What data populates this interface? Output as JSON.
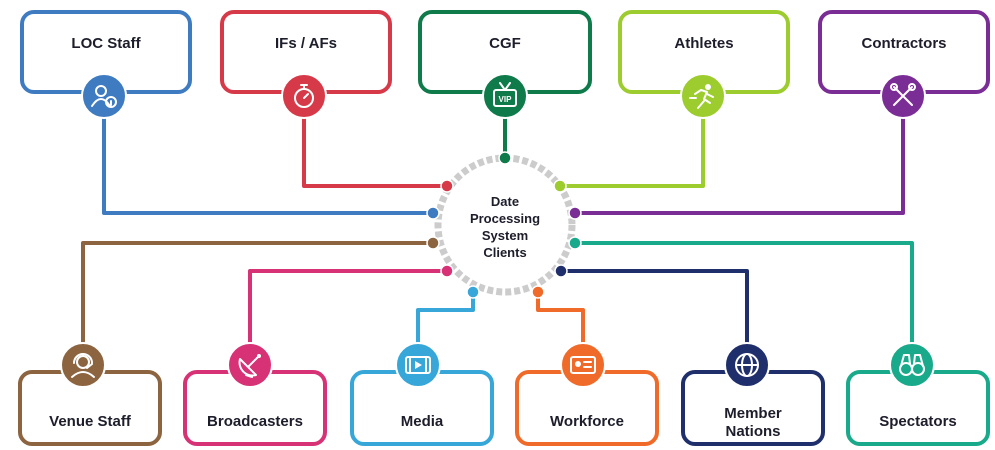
{
  "center": {
    "lines": [
      "Date",
      "Processing",
      "System",
      "Clients"
    ]
  },
  "clients_top": [
    {
      "label": "LOC Staff",
      "color": "#3f7bc1",
      "icon": "staff-info-icon"
    },
    {
      "label": "IFs / AFs",
      "color": "#d63a48",
      "icon": "stopwatch-icon"
    },
    {
      "label": "CGF",
      "color": "#0f7a4a",
      "icon": "vip-tv-icon"
    },
    {
      "label": "Athletes",
      "color": "#9ccc2e",
      "icon": "runner-icon"
    },
    {
      "label": "Contractors",
      "color": "#7b2d96",
      "icon": "tools-icon"
    }
  ],
  "clients_bottom": [
    {
      "label": "Venue Staff",
      "color": "#8c6440",
      "icon": "headset-person-icon"
    },
    {
      "label": "Broadcasters",
      "color": "#d63275",
      "icon": "satellite-dish-icon"
    },
    {
      "label": "Media",
      "color": "#37a6d8",
      "icon": "video-film-icon"
    },
    {
      "label": "Workforce",
      "color": "#f06b2a",
      "icon": "id-card-icon"
    },
    {
      "label": [
        "Member",
        "Nations"
      ],
      "color": "#1f2f6b",
      "icon": "globe-icon"
    },
    {
      "label": "Spectators",
      "color": "#19a98b",
      "icon": "binoculars-icon"
    }
  ],
  "center_ring_color": "#cccccc"
}
